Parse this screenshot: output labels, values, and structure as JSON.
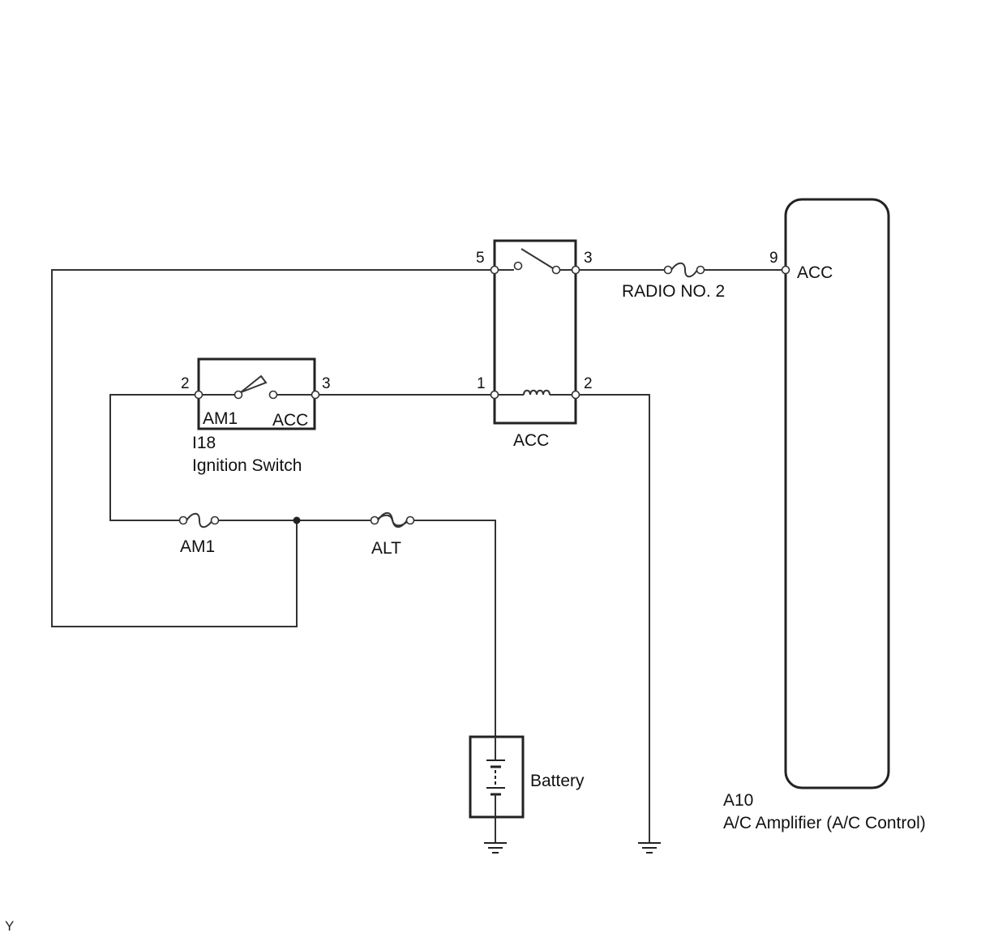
{
  "ignition_switch": {
    "id": "I18",
    "name": "Ignition Switch",
    "pin_left": "2",
    "pin_right": "3",
    "contact_left": "AM1",
    "contact_right": "ACC"
  },
  "acc_relay": {
    "label": "ACC",
    "pin_5": "5",
    "pin_3": "3",
    "pin_1": "1",
    "pin_2": "2"
  },
  "fuses": {
    "radio": "RADIO NO. 2",
    "am1": "AM1",
    "alt": "ALT"
  },
  "amplifier": {
    "id": "A10",
    "name": "A/C Amplifier (A/C Control)",
    "pin": "9",
    "pin_label": "ACC"
  },
  "battery": {
    "label": "Battery"
  },
  "corner_mark": "Y"
}
